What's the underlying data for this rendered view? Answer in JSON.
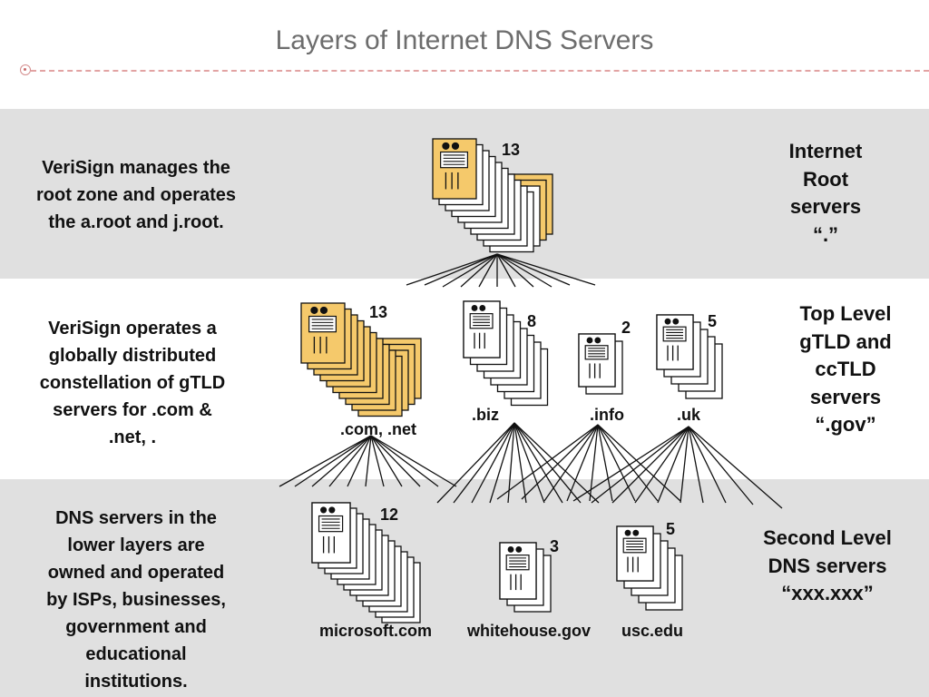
{
  "title": "Layers of Internet DNS Servers",
  "colors": {
    "band_gray": "#e0e0e0",
    "server_highlight": "#f5c96b",
    "server_plain": "#ffffff",
    "rule": "#e2a3a3"
  },
  "layers": {
    "root": {
      "description": [
        "VeriSign manages the",
        "root zone and operates",
        "the a.root and j.root."
      ],
      "level_label": [
        "Internet",
        "Root",
        "servers",
        "“.”"
      ]
    },
    "top": {
      "description": [
        "VeriSign operates a",
        "globally distributed",
        "constellation of gTLD",
        "servers for .com &",
        ".net, ."
      ],
      "level_label": [
        "Top Level",
        "gTLD and",
        "ccTLD",
        "servers",
        "“.gov”"
      ]
    },
    "second": {
      "description": [
        "DNS servers in the",
        "lower layers are",
        "owned and operated",
        "by ISPs, businesses,",
        "government and",
        "educational",
        "institutions."
      ],
      "level_label": [
        "Second Level",
        "DNS servers",
        "“xxx.xxx”"
      ]
    }
  },
  "server_groups": {
    "root": {
      "count": "13",
      "label": "",
      "icon": "server-stack-icon"
    },
    "com_net": {
      "count": "13",
      "label": ".com, .net",
      "icon": "server-stack-icon"
    },
    "biz": {
      "count": "8",
      "label": ".biz",
      "icon": "server-stack-icon"
    },
    "info": {
      "count": "2",
      "label": ".info",
      "icon": "server-stack-icon"
    },
    "uk": {
      "count": "5",
      "label": ".uk",
      "icon": "server-stack-icon"
    },
    "microsoft": {
      "count": "12",
      "label": "microsoft.com",
      "icon": "server-stack-icon"
    },
    "whitehouse": {
      "count": "3",
      "label": "whitehouse.gov",
      "icon": "server-stack-icon"
    },
    "usc": {
      "count": "5",
      "label": "usc.edu",
      "icon": "server-stack-icon"
    }
  }
}
